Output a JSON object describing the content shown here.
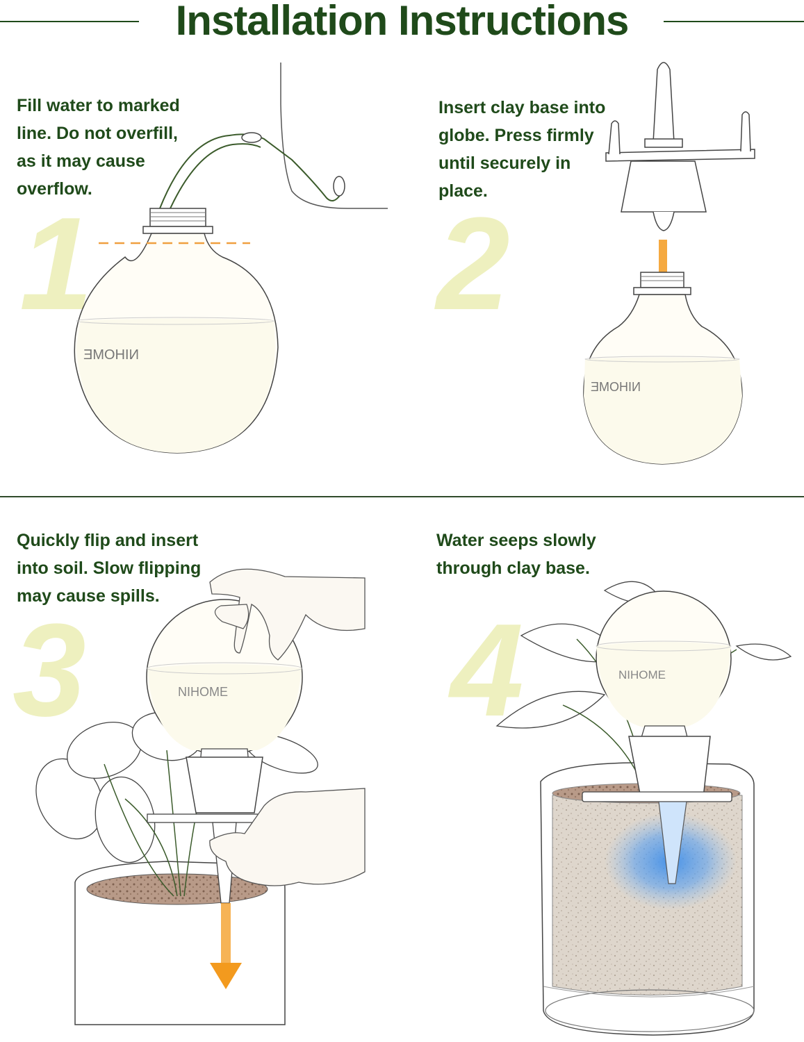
{
  "title": "Installation Instructions",
  "steps": [
    {
      "number": "1",
      "text": "Fill water to marked\nline. Do not overfill,\nas it may cause\noverflow."
    },
    {
      "number": "2",
      "text": "Insert clay base into\nglobe. Press firmly\nuntil securely in\nplace."
    },
    {
      "number": "3",
      "text": "Quickly flip and insert\ninto soil. Slow flipping\nmay cause spills."
    },
    {
      "number": "4",
      "text": "Water seeps slowly\nthrough clay base."
    }
  ],
  "brand": "NIHOME",
  "colors": {
    "heading": "#1f4a1a",
    "step_number": "#eef0bf",
    "arrow": "#f39a1e",
    "fill_line": "#f0a040",
    "water_glow": "#3f8ee8"
  }
}
